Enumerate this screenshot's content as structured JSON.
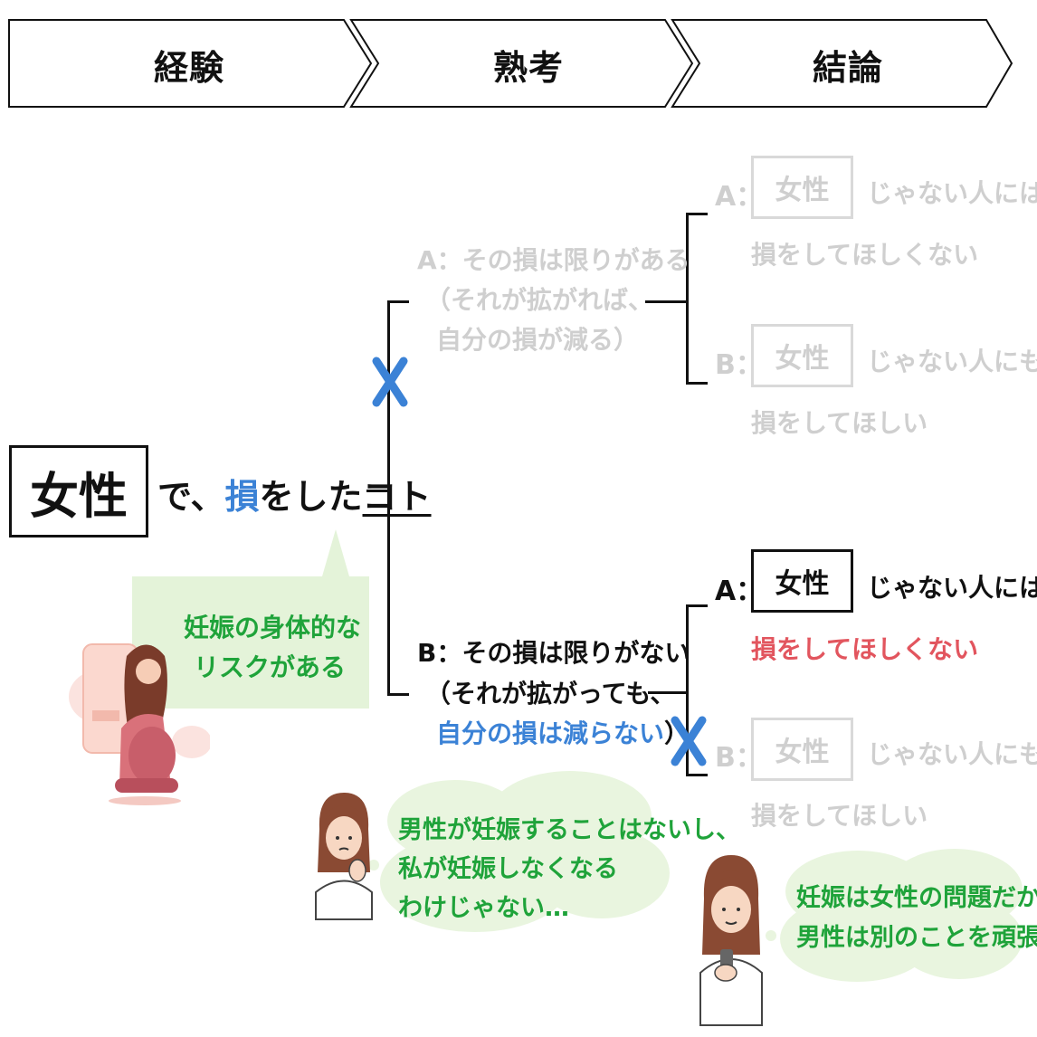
{
  "stages": [
    "経験",
    "熟考",
    "結論"
  ],
  "root": {
    "box": "女性",
    "text_pre": "で、",
    "text_loss": "損",
    "text_mid": "をした",
    "text_koto": "コト"
  },
  "speech_main": {
    "line1": "妊娠の身体的な",
    "line2": "リスクがある"
  },
  "branch_a": {
    "line1": "A：その損は限りがある",
    "line2": "（それが拡がれば、",
    "line3": "自分の損が減る）",
    "conclusion_a": {
      "prefix": "A：",
      "box": "女性",
      "tail": "じゃない人には",
      "line2": "損をしてほしくない"
    },
    "conclusion_b": {
      "prefix": "B：",
      "box": "女性",
      "tail": "じゃない人にも",
      "line2": "損をしてほしい"
    }
  },
  "branch_b": {
    "line1": "B：その損は限りがない",
    "line2": "（それが拡がっても、",
    "line3_blue": "自分の損は減らない",
    "line3_close": "）",
    "conclusion_a": {
      "prefix": "A：",
      "box": "女性",
      "tail": "じゃない人には",
      "line2": "損をしてほしくない"
    },
    "conclusion_b": {
      "prefix": "B：",
      "box": "女性",
      "tail": "じゃない人にも",
      "line2": "損をしてほしい"
    }
  },
  "thought_1": {
    "line1": "男性が妊娠することはないし、",
    "line2": "私が妊娠しなくなる",
    "line3": "わけじゃない…"
  },
  "thought_2": {
    "line1": "妊娠は女性の問題だから",
    "line2": "男性は別のことを頑張って"
  },
  "colors": {
    "blue": "#3b82d6",
    "green": "#1fa33a",
    "red": "#e2555e",
    "faint": "#cfcfcf"
  }
}
